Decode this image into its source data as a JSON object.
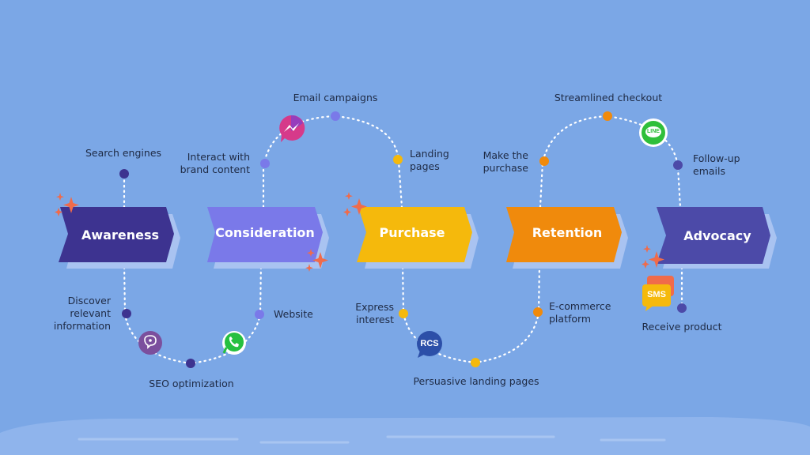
{
  "stages": [
    {
      "label": "Awareness",
      "color": "#3d3390"
    },
    {
      "label": "Consideration",
      "color": "#7a79e9"
    },
    {
      "label": "Purchase",
      "color": "#f5b90c"
    },
    {
      "label": "Retention",
      "color": "#f08a0c"
    },
    {
      "label": "Advocacy",
      "color": "#4c4aa8"
    }
  ],
  "touchpoints": {
    "search_engines": "Search engines",
    "discover_info": "Discover\nrelevant\ninformation",
    "seo_optimization": "SEO optimization",
    "interact_brand": "Interact with\nbrand content",
    "email_campaigns": "Email campaigns",
    "website": "Website",
    "landing_pages": "Landing\npages",
    "express_interest": "Express\ninterest",
    "persuasive_landing": "Persuasive landing pages",
    "make_purchase": "Make the\npurchase",
    "streamlined_checkout": "Streamlined checkout",
    "ecommerce_platform": "E-commerce\nplatform",
    "follow_up_emails": "Follow-up\nemails",
    "receive_product": "Receive product"
  },
  "channel_icons": {
    "messenger": "messenger-icon",
    "viber": "viber-icon",
    "whatsapp": "whatsapp-icon",
    "rcs": "RCS",
    "line": "LINE",
    "sms": "SMS"
  },
  "colors": {
    "background": "#7ba7e6",
    "shadow": "#a9c3f1",
    "sparkle": "#f06b4a",
    "dot_dark": "#3d3390",
    "dot_violet": "#7a79e9",
    "dot_yellow": "#f5b90c",
    "dot_orange": "#f08a0c",
    "dot_indigo": "#4c4aa8"
  }
}
